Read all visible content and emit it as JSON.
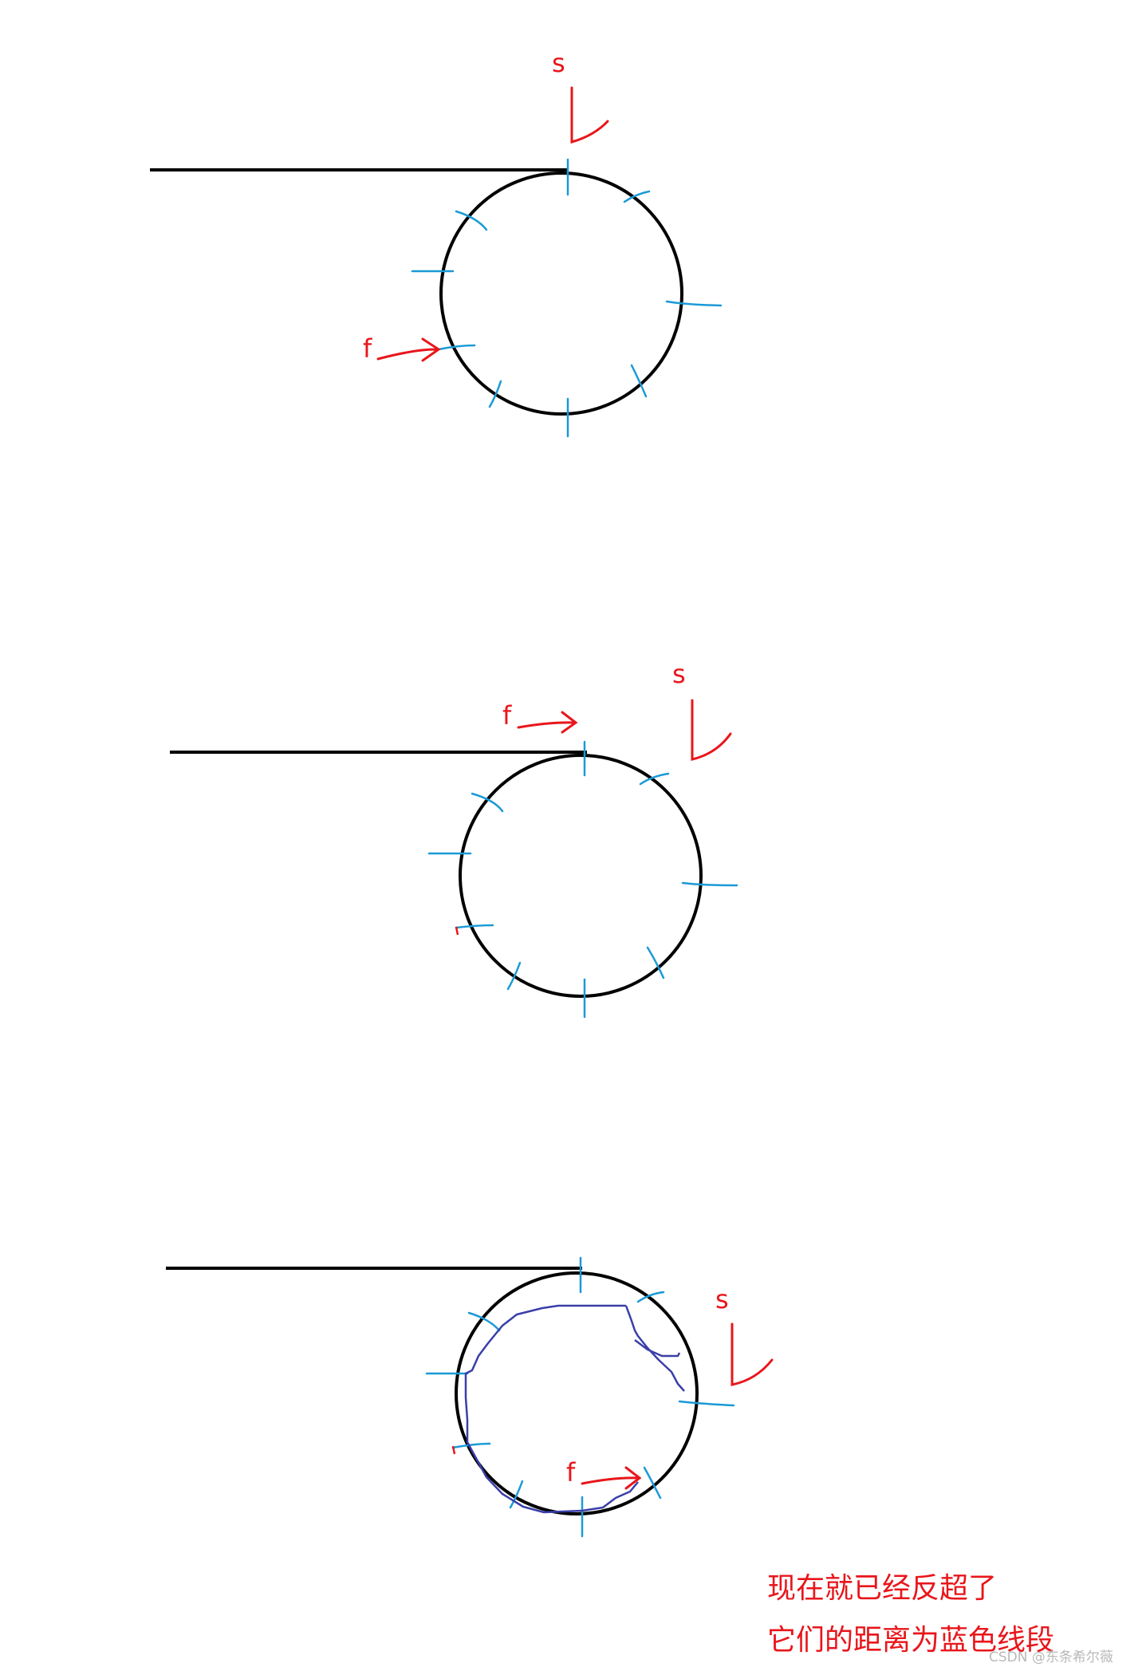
{
  "colors": {
    "line": "#000000",
    "tick": "#1b9ad6",
    "annotation": "#e8161b",
    "distance": "#3a3fa8",
    "watermark": "#b9b9b9"
  },
  "labels": {
    "slow": "s",
    "fast": "f"
  },
  "caption": {
    "line1": "现在就已经反超了",
    "line2": "它们的距离为蓝色线段"
  },
  "watermark": "CSDN @东条希尔薇"
}
